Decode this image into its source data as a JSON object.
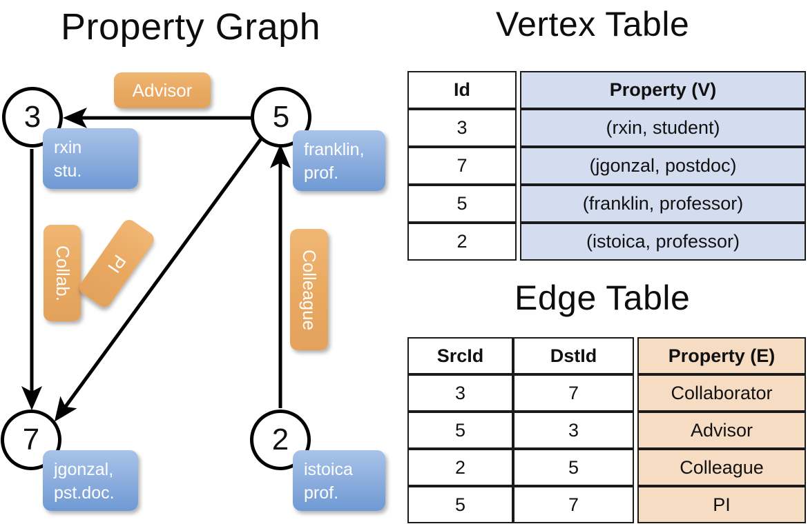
{
  "titles": {
    "graph": "Property Graph",
    "vertex_table": "Vertex Table",
    "edge_table": "Edge Table"
  },
  "graph": {
    "nodes": [
      {
        "id": "3",
        "name": "rxin",
        "role": "stu."
      },
      {
        "id": "5",
        "name": "franklin,",
        "role": "prof."
      },
      {
        "id": "7",
        "name": "jgonzal,",
        "role": "pst.doc."
      },
      {
        "id": "2",
        "name": "istoica",
        "role": "prof."
      }
    ],
    "edge_labels": [
      {
        "key": "advisor",
        "text": "Advisor"
      },
      {
        "key": "collab",
        "text": "Collab."
      },
      {
        "key": "pi",
        "text": "PI"
      },
      {
        "key": "colleague",
        "text": "Colleague"
      }
    ],
    "edges": [
      {
        "from": "5",
        "to": "3",
        "label": "Advisor"
      },
      {
        "from": "3",
        "to": "7",
        "label": "Collab."
      },
      {
        "from": "5",
        "to": "7",
        "label": "PI"
      },
      {
        "from": "2",
        "to": "5",
        "label": "Colleague"
      }
    ]
  },
  "vertex_table": {
    "headers": [
      "Id",
      "Property (V)"
    ],
    "rows": [
      {
        "id": "3",
        "property": "(rxin, student)"
      },
      {
        "id": "7",
        "property": "(jgonzal, postdoc)"
      },
      {
        "id": "5",
        "property": "(franklin, professor)"
      },
      {
        "id": "2",
        "property": "(istoica, professor)"
      }
    ]
  },
  "edge_table": {
    "headers": [
      "SrcId",
      "DstId",
      "Property (E)"
    ],
    "rows": [
      {
        "src": "3",
        "dst": "7",
        "property": "Collaborator"
      },
      {
        "src": "5",
        "dst": "3",
        "property": "Advisor"
      },
      {
        "src": "2",
        "dst": "5",
        "property": "Colleague"
      },
      {
        "src": "5",
        "dst": "7",
        "property": "PI"
      }
    ]
  },
  "colors": {
    "vertex_property_fill": "#d4ddef",
    "edge_property_fill": "#f5dcc2",
    "node_property_box": "#8fb0df",
    "edge_label_box": "#e9a961",
    "stroke": "#000000"
  }
}
